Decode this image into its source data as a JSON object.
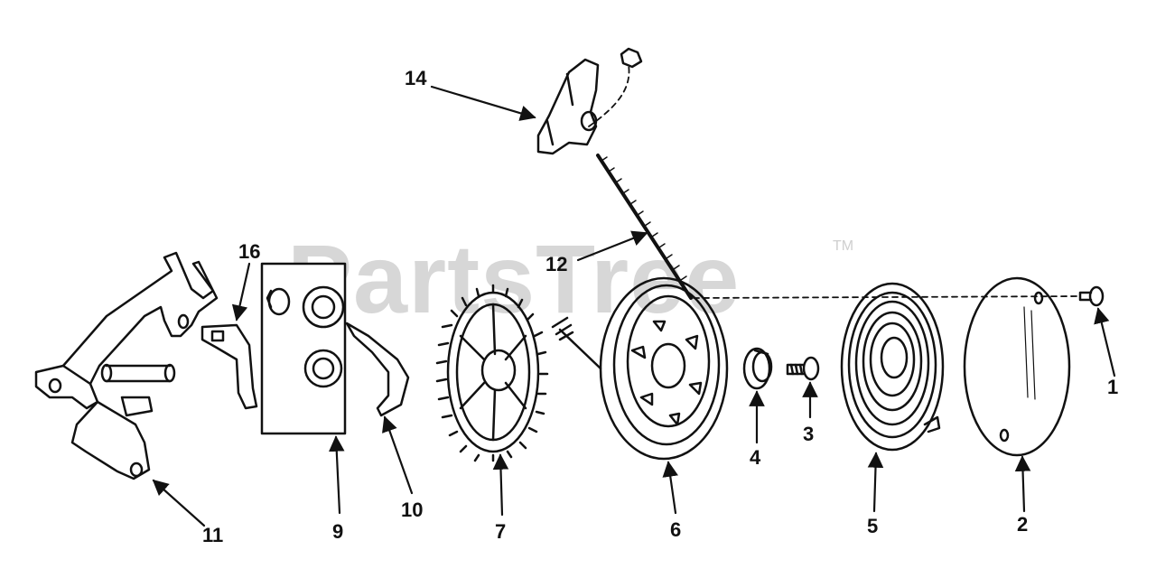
{
  "watermark": {
    "text": "PartsTree",
    "trademark": "TM"
  },
  "callouts": [
    {
      "id": "1",
      "part": "screw"
    },
    {
      "id": "2",
      "part": "cover"
    },
    {
      "id": "3",
      "part": "bolt"
    },
    {
      "id": "4",
      "part": "bushing"
    },
    {
      "id": "5",
      "part": "rewind-spring"
    },
    {
      "id": "6",
      "part": "pulley"
    },
    {
      "id": "7",
      "part": "starter-gear"
    },
    {
      "id": "9",
      "part": "gasket-plate"
    },
    {
      "id": "10",
      "part": "retainer-spring"
    },
    {
      "id": "11",
      "part": "bracket"
    },
    {
      "id": "12",
      "part": "starter-rope"
    },
    {
      "id": "14",
      "part": "handle"
    },
    {
      "id": "16",
      "part": "clip"
    }
  ],
  "colors": {
    "ink": "#111111",
    "watermark": "#d7d7d7",
    "background": "#ffffff"
  }
}
